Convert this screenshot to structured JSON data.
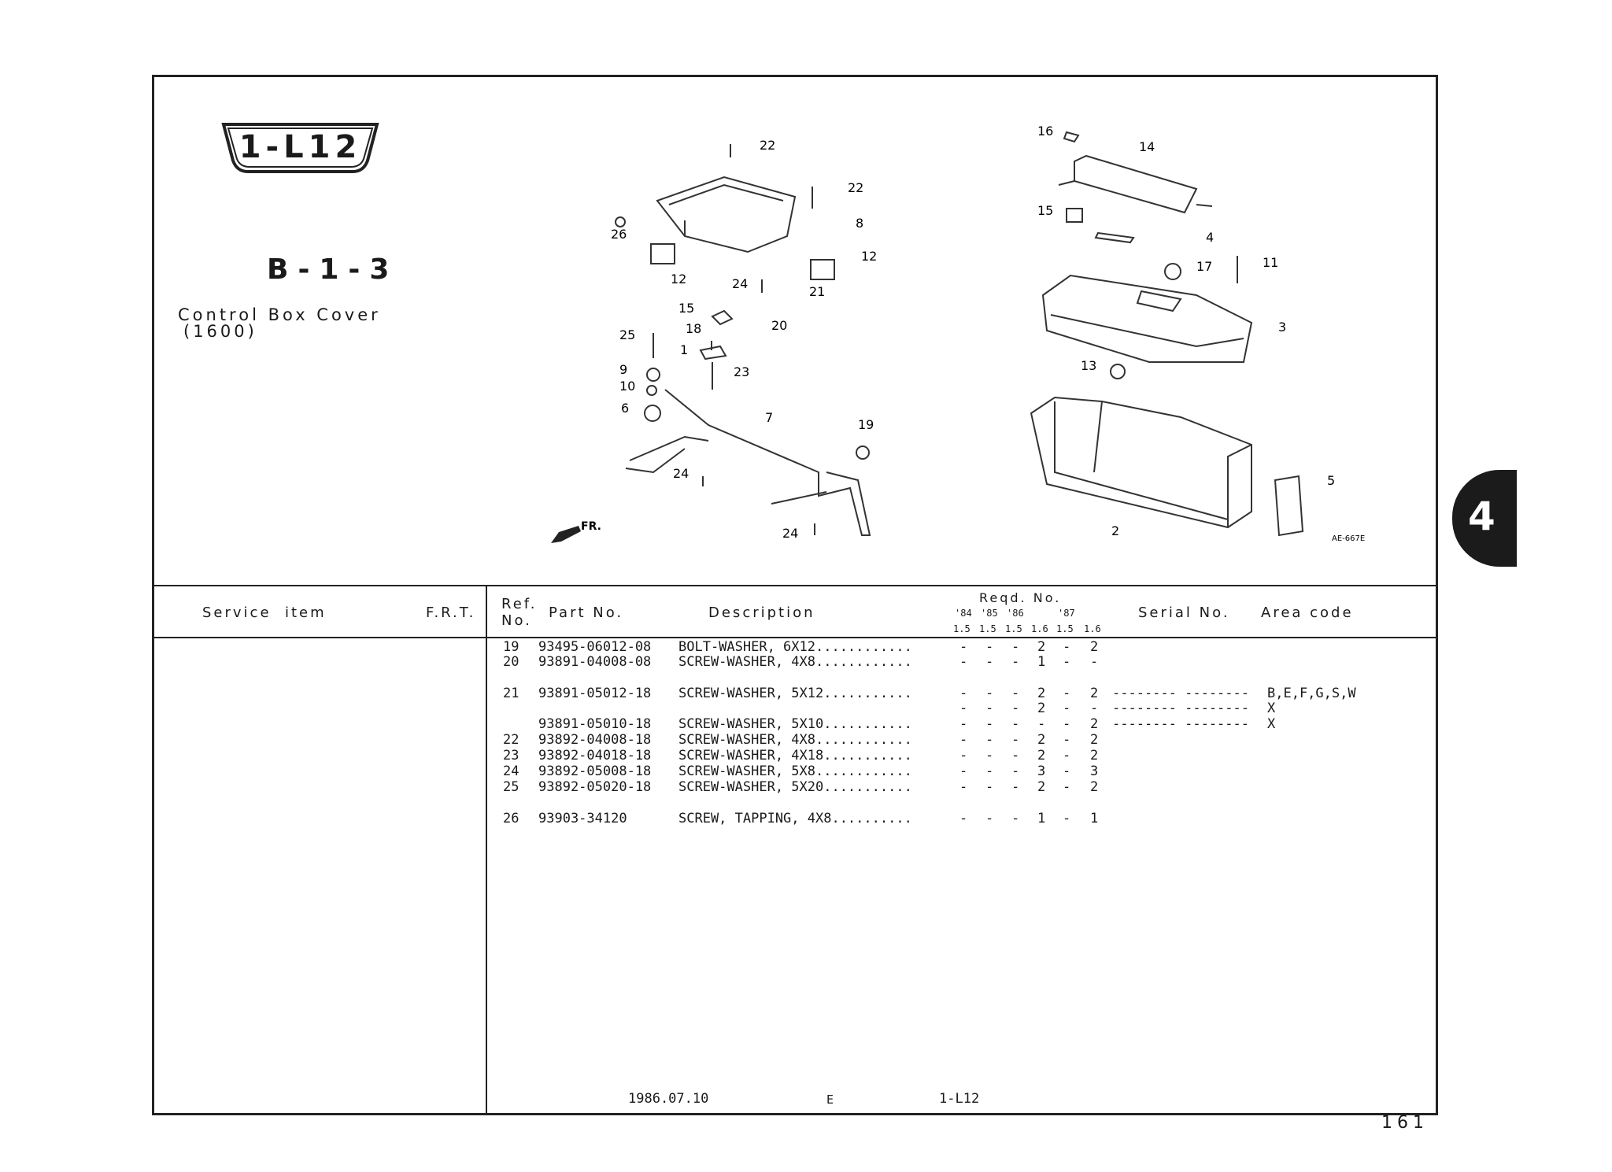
{
  "header": {
    "badge": "1-L12",
    "group_code": "B-1-3",
    "title": "Control Box Cover",
    "subtitle": "(1600)"
  },
  "diagram": {
    "callouts": [
      "22",
      "22",
      "8",
      "26",
      "12",
      "12",
      "24",
      "21",
      "15",
      "20",
      "25",
      "18",
      "1",
      "9",
      "23",
      "10",
      "6",
      "7",
      "19",
      "24",
      "24",
      "16",
      "14",
      "15",
      "4",
      "17",
      "11",
      "3",
      "13",
      "5",
      "2"
    ],
    "front_label": "FR.",
    "figure_code": "AE-667E"
  },
  "table": {
    "headers": {
      "service_item": "Service  item",
      "frt": "F.R.T.",
      "ref_no_1": "Ref.",
      "ref_no_2": "No.",
      "part_no": "Part No.",
      "description": "Description",
      "reqd_no": "Reqd. No.",
      "years": [
        "'84",
        "'85",
        "'86",
        "",
        "'87",
        ""
      ],
      "engines": [
        "1.5",
        "1.5",
        "1.5",
        "1.6",
        "1.5",
        "1.6"
      ],
      "serial_no": "Serial No.",
      "area_code": "Area code"
    },
    "rows": [
      {
        "ref": "19",
        "part": "93495-06012-08",
        "desc": "BOLT-WASHER, 6X12............",
        "qty": [
          "-",
          "-",
          "-",
          "2",
          "-",
          "2"
        ],
        "serial": "",
        "area": ""
      },
      {
        "ref": "20",
        "part": "93891-04008-08",
        "desc": "SCREW-WASHER, 4X8............",
        "qty": [
          "-",
          "-",
          "-",
          "1",
          "-",
          "-"
        ],
        "serial": "",
        "area": ""
      },
      {
        "ref": "21",
        "part": "93891-05012-18",
        "desc": "SCREW-WASHER, 5X12...........",
        "qty": [
          "-",
          "-",
          "-",
          "2",
          "-",
          "2"
        ],
        "serial": "-------- --------",
        "area": "B,E,F,G,S,W"
      },
      {
        "ref": "",
        "part": "",
        "desc": "",
        "qty": [
          "-",
          "-",
          "-",
          "2",
          "-",
          "-"
        ],
        "serial": "-------- --------",
        "area": "X"
      },
      {
        "ref": "",
        "part": "93891-05010-18",
        "desc": "SCREW-WASHER, 5X10...........",
        "qty": [
          "-",
          "-",
          "-",
          "-",
          "-",
          "2"
        ],
        "serial": "-------- --------",
        "area": "X"
      },
      {
        "ref": "22",
        "part": "93892-04008-18",
        "desc": "SCREW-WASHER, 4X8............",
        "qty": [
          "-",
          "-",
          "-",
          "2",
          "-",
          "2"
        ],
        "serial": "",
        "area": ""
      },
      {
        "ref": "23",
        "part": "93892-04018-18",
        "desc": "SCREW-WASHER, 4X18...........",
        "qty": [
          "-",
          "-",
          "-",
          "2",
          "-",
          "2"
        ],
        "serial": "",
        "area": ""
      },
      {
        "ref": "24",
        "part": "93892-05008-18",
        "desc": "SCREW-WASHER, 5X8............",
        "qty": [
          "-",
          "-",
          "-",
          "3",
          "-",
          "3"
        ],
        "serial": "",
        "area": ""
      },
      {
        "ref": "25",
        "part": "93892-05020-18",
        "desc": "SCREW-WASHER, 5X20...........",
        "qty": [
          "-",
          "-",
          "-",
          "2",
          "-",
          "2"
        ],
        "serial": "",
        "area": ""
      },
      {
        "ref": "26",
        "part": "93903-34120",
        "desc": "SCREW, TAPPING, 4X8..........",
        "qty": [
          "-",
          "-",
          "-",
          "1",
          "-",
          "1"
        ],
        "serial": "",
        "area": ""
      }
    ]
  },
  "footer": {
    "date": "1986.07.10",
    "edition": "E",
    "page_code": "1-L12",
    "page_number": "161",
    "section_tab": "4"
  }
}
